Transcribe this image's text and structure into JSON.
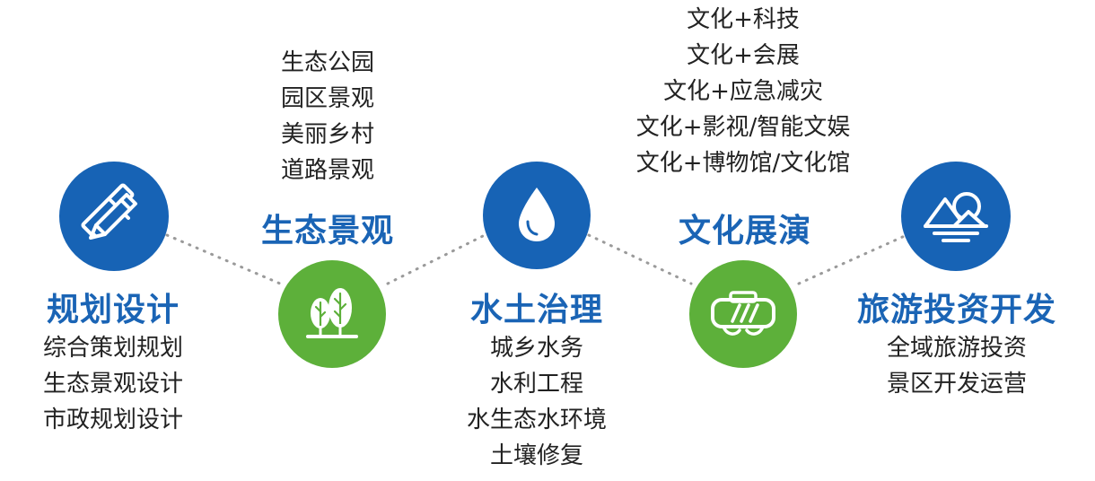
{
  "colors": {
    "blue": "#1763b5",
    "green": "#5db03a",
    "title_text": "#1a64b5",
    "body_text": "#222222",
    "dots": "#9a9a9a"
  },
  "stages": [
    {
      "title": "规划设计",
      "icon": "pencil-ruler-icon",
      "color": "blue",
      "items": [
        "综合策划规划",
        "生态景观设计",
        "市政规划设计"
      ]
    },
    {
      "title": "生态景观",
      "icon": "trees-icon",
      "color": "green",
      "items": [
        "生态公园",
        "园区景观",
        "美丽乡村",
        "道路景观"
      ]
    },
    {
      "title": "水土治理",
      "icon": "water-drop-icon",
      "color": "blue",
      "items": [
        "城乡水务",
        "水利工程",
        "水生态水环境",
        "土壤修复"
      ]
    },
    {
      "title": "文化展演",
      "icon": "vr-headset-icon",
      "color": "green",
      "items": [
        "文化+科技",
        "文化+会展",
        "文化+应急减灾",
        "文化+影视/智能文娱",
        "文化+博物馆/文化馆"
      ]
    },
    {
      "title": "旅游投资开发",
      "icon": "mountain-sun-icon",
      "color": "blue",
      "items": [
        "全域旅游投资",
        "景区开发运营"
      ]
    }
  ]
}
